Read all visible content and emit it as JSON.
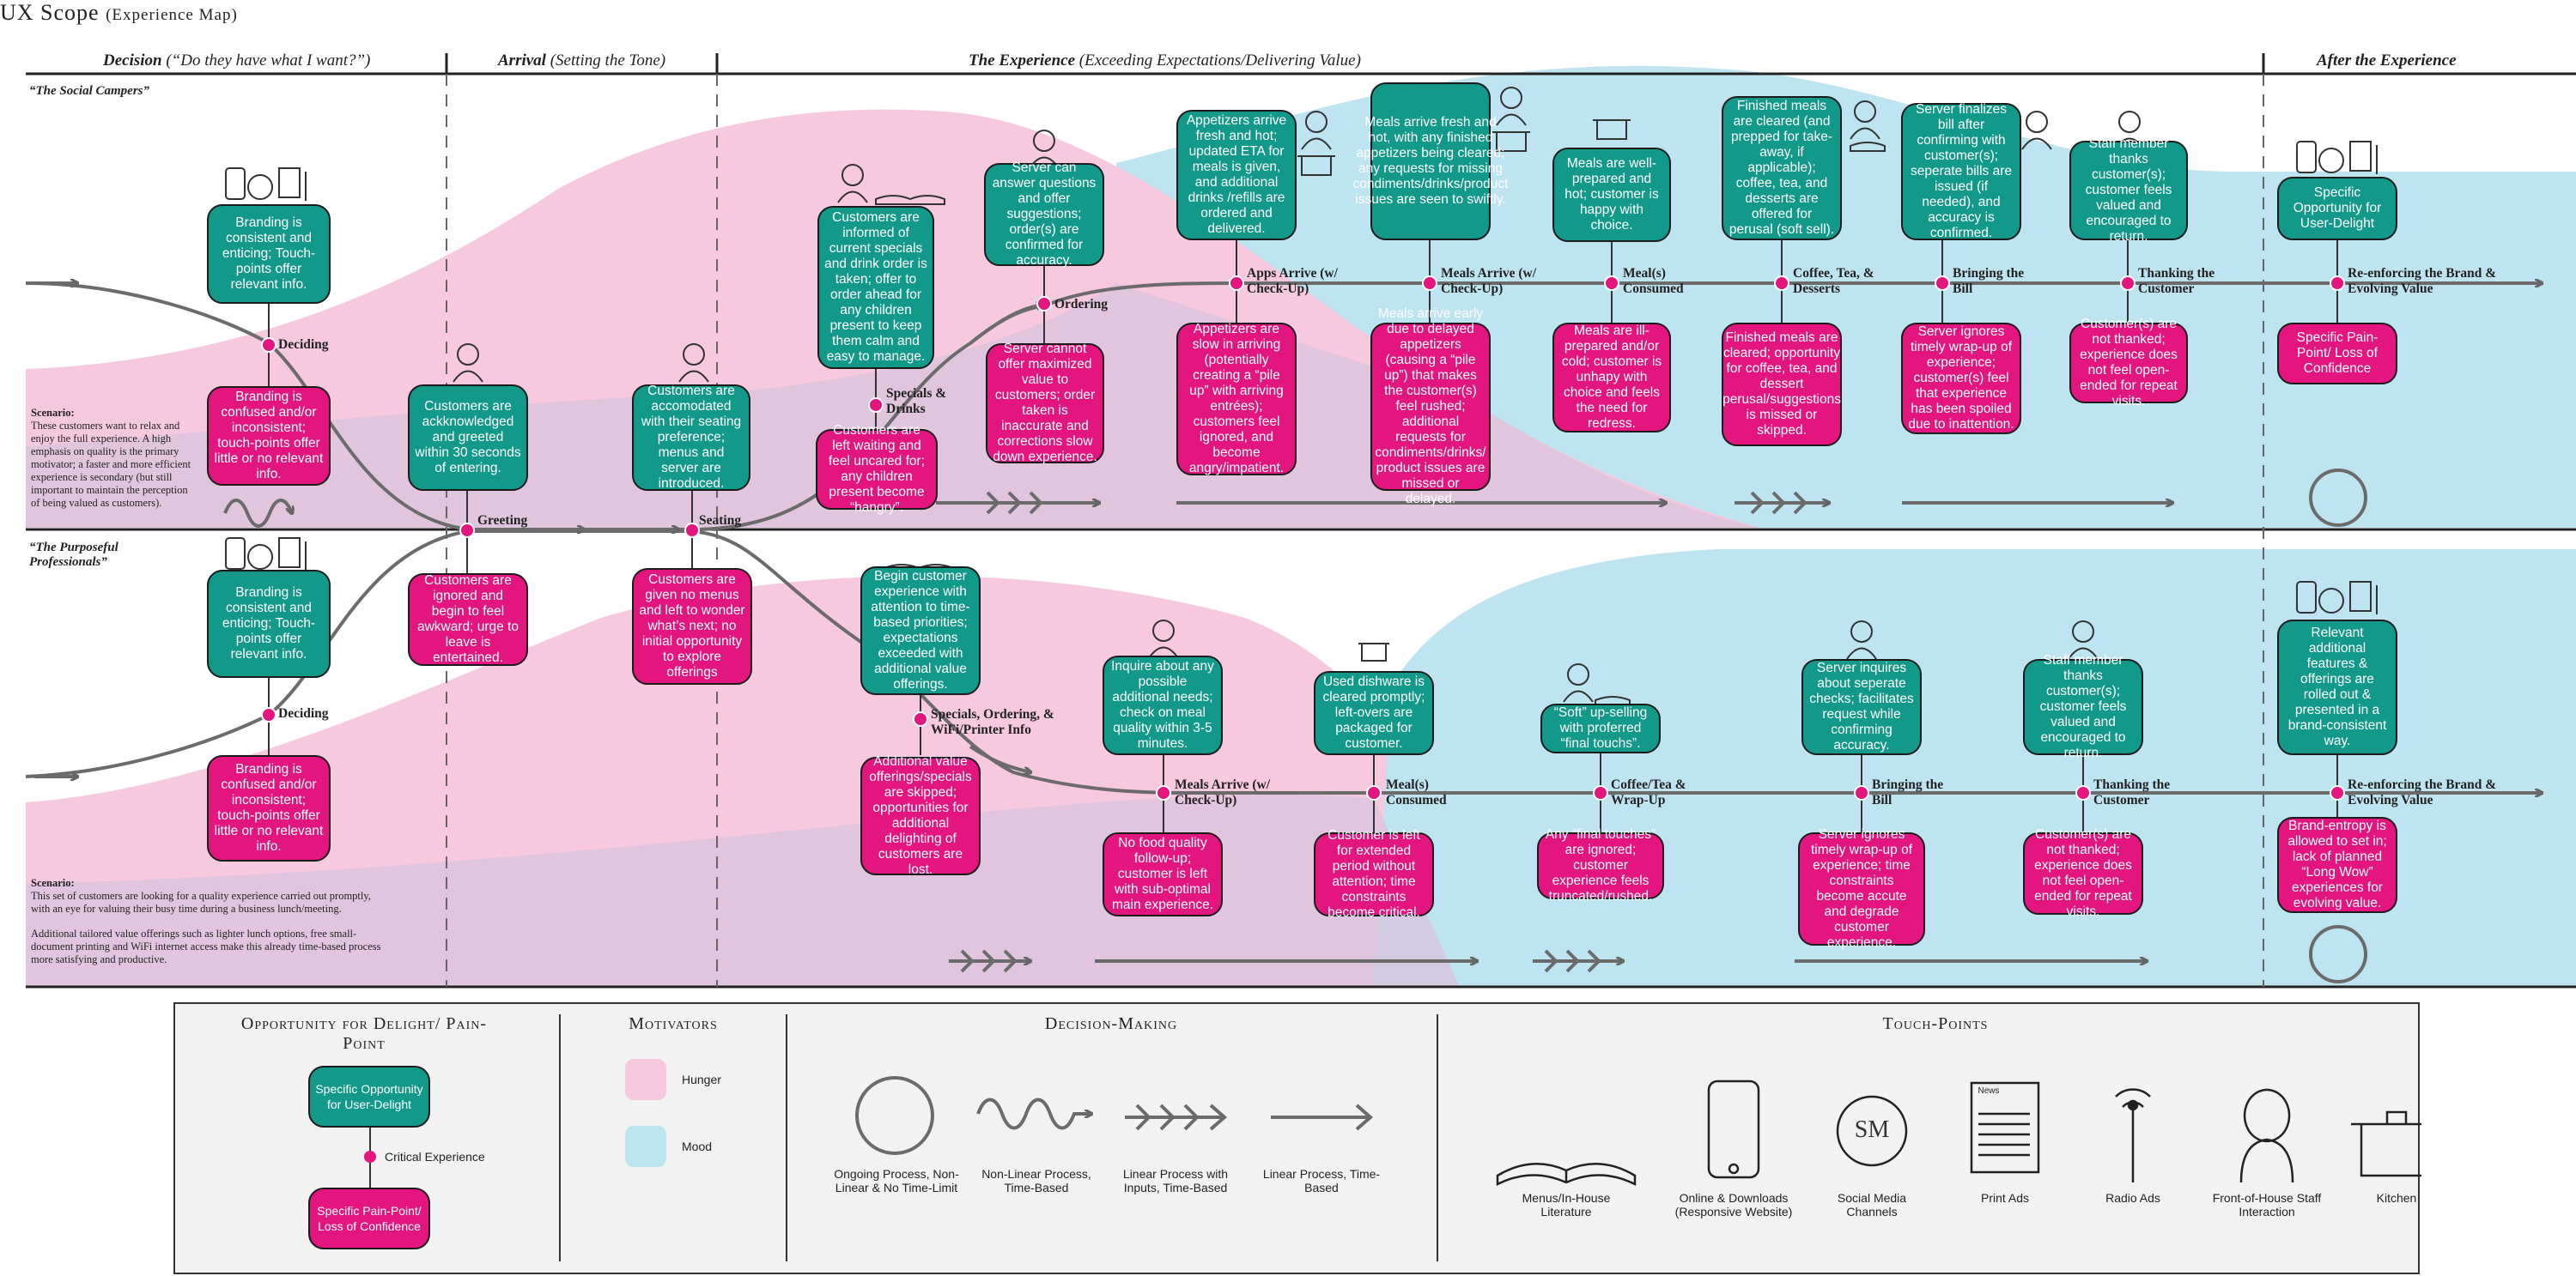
{
  "title": "UX Scope",
  "subtitle": "(Experience Map)",
  "phases": {
    "decision": {
      "name": "Decision",
      "note": "(“Do they have what I want?”)"
    },
    "arrival": {
      "name": "Arrival",
      "note": "(Setting the Tone)"
    },
    "experience": {
      "name": "The Experience",
      "note": "(Exceeding Expectations/Delivering Value)"
    },
    "after": {
      "name": "After the Experience",
      "note": ""
    }
  },
  "personas": {
    "campers": {
      "label": "“The Social Campers”",
      "scenario_title": "Scenario:",
      "scenario_text": "These customers want to relax and enjoy the full experience. A high emphasis on quality is the primary motivator; a faster and more efficient experience is secondary (but still important to maintain the perception of being valued as customers)."
    },
    "professionals": {
      "label": "“The Purposeful Professionals”",
      "scenario_title": "Scenario:",
      "scenario_text": "This set of customers are looking for a quality experience carried out promptly, with an eye for valuing their busy time during a business lunch/meeting.",
      "scenario_text2": "Additional tailored value offerings such as lighter lunch options, free small-document printing and WiFi internet access make this already time-based process more satisfying and productive."
    }
  },
  "top_moments": {
    "deciding": "Deciding",
    "greeting": "Greeting",
    "seating": "Seating",
    "specials": "Specials & Drinks",
    "ordering": "Ordering",
    "apps": "Apps Arrive (w/ Check-Up)",
    "meals": "Meals Arrive (w/ Check-Up)",
    "consumed": "Meal(s) Consumed",
    "coffee": "Coffee, Tea, & Desserts",
    "bill": "Bringing the Bill",
    "thanking": "Thanking the Customer",
    "reinforcing": "Re-enforcing the Brand & Evolving Value"
  },
  "top_delight": {
    "deciding": "Branding is consistent and enticing; Touch-points offer relevant info.",
    "greeting": "Customers are ackknowledged and greeted within 30 seconds of entering.",
    "seating": "Customers are accomodated with their seating preference; menus and server are introduced.",
    "specials": "Customers are informed of current specials and drink order is taken; offer to order ahead for any children present to keep them calm and easy to manage.",
    "ordering": "Server can answer questions and offer suggestions; order(s) are confirmed for accuracy.",
    "apps": "Appetizers arrive fresh and hot; updated ETA for meals is given, and additional drinks /refills are ordered and delivered.",
    "meals": "Meals arrive fresh and hot, with any finished appetizers being cleared; any requests for missing condiments/drinks/product issues are seen to swiftly.",
    "consumed": "Meals are well-prepared and hot; customer is happy with choice.",
    "coffee": "Finished meals are cleared (and prepped for take-away, if applicable); coffee, tea, and desserts are offered for perusal (soft sell).",
    "bill": "Server finalizes bill after confirming with customer(s); seperate bills are issued (if needed), and accuracy is confirmed.",
    "thanking": "Staff member thanks customer(s); customer feels valued and encouraged to return.",
    "reinforcing": "Specific Opportunity for User-Delight"
  },
  "top_pain": {
    "deciding": "Branding is confused and/or inconsistent; touch-points offer little or no relevant info.",
    "specials": "Customers are left waiting and feel uncared for; any children present become “hangry”.",
    "ordering": "Server cannot offer maximized value to customers; order taken is inaccurate and corrections slow down experience.",
    "apps": "Appetizers are slow in arriving (potentially creating a “pile up” with arriving entrées); customers feel ignored, and become angry/impatient.",
    "meals": "Meals arrive early due to delayed appetizers (causing a “pile up”) that makes the customer(s) feel rushed; additional requests for condiments/drinks/ product issues are missed or delayed.",
    "consumed": "Meals are ill-prepared and/or cold; customer is unhapy with choice and feels the need for redress.",
    "coffee": "Finished meals are cleared; opportunity for coffee, tea, and dessert perusal/suggestions is missed or skipped.",
    "bill": "Server ignores timely wrap-up of experience; customer(s) feel that experience has been spoiled due to inattention.",
    "thanking": "Customer(s) are not thanked; experience does not feel open-ended for repeat visits.",
    "reinforcing": "Specific Pain-Point/ Loss of Confidence"
  },
  "bottom_moments": {
    "deciding": "Deciding",
    "specials": "Specials, Ordering, & WiFi/Printer Info",
    "meals": "Meals Arrive (w/ Check-Up)",
    "consumed": "Meal(s) Consumed",
    "coffee": "Coffee/Tea & Wrap-Up",
    "bill": "Bringing the Bill",
    "thanking": "Thanking the Customer",
    "reinforcing": "Re-enforcing the Brand & Evolving Value"
  },
  "bottom_delight": {
    "deciding": "Branding is consistent and enticing; Touch-points offer relevant info.",
    "specials": "Begin customer experience with attention to time-based priorities; expectations exceeded with additional value offerings.",
    "meals": "Inquire about any possible additional needs; check on meal quality within 3-5 minutes.",
    "consumed": "Used dishware is cleared promptly; left-overs are packaged for customer.",
    "coffee": "“Soft” up-selling with proferred “final touchs”.",
    "bill": "Server inquires about seperate checks; facilitates request while confirming accuracy.",
    "thanking": "Staff member thanks customer(s); customer feels valued and encouraged to return.",
    "reinforcing": "Relevant additional features & offerings are rolled out & presented in a brand-consistent way."
  },
  "bottom_pain": {
    "greeting": "Customers are ignored and begin to feel awkward; urge to leave is entertained.",
    "seating": "Customers are given no menus and left to wonder what’s next; no initial opportunity to explore offerings",
    "deciding": "Branding is confused and/or inconsistent; touch-points offer little or no relevant info.",
    "specials": "Additional value offerings/specials are skipped; opportunities for additional delighting of customers are lost.",
    "meals": "No food quality follow-up; customer is left with sub-optimal main experience.",
    "consumed": "Customer is left for extended period without attention; time constraints become critical.",
    "coffee": "Any “final touches” are ignored; customer experience feels truncated/rushed.",
    "bill": "Server ignores timely wrap-up of experience; time constraints become accute and degrade customer experience.",
    "thanking": "Customer(s) are not thanked; experience does not feel open-ended for repeat visits.",
    "reinforcing": "Brand-entropy is allowed to set in; lack of planned “Long Wow” experiences for evolving value."
  },
  "legend": {
    "opp_title": "Opportunity for Delight/ Pain-Point",
    "opp_delight": "Specific Opportunity for User-Delight",
    "opp_critical": "Critical Experience",
    "opp_pain": "Specific Pain-Point/ Loss of Confidence",
    "motivators_title": "Motivators",
    "hunger": "Hunger",
    "mood": "Mood",
    "decision_title": "Decision-Making",
    "ongoing": "Ongoing Process, Non-Linear & No Time-Limit",
    "nonlinear": "Non-Linear Process, Time-Based",
    "linear_inputs": "Linear Process with Inputs, Time-Based",
    "linear": "Linear Process, Time-Based",
    "touch_title": "Touch-Points",
    "menus": "Menus/In-House Literature",
    "online": "Online & Downloads (Responsive Website)",
    "social": "Social Media Channels",
    "social_mark": "SM",
    "print": "Print Ads",
    "print_mark": "News",
    "radio": "Radio Ads",
    "staff": "Front-of-House Staff Interaction",
    "kitchen": "Kitchen"
  },
  "colors": {
    "delight": "#129989",
    "pain": "#e3157f",
    "hunger": "#f6c9de",
    "mood": "#bfe4f1",
    "node": "#e3157f"
  }
}
